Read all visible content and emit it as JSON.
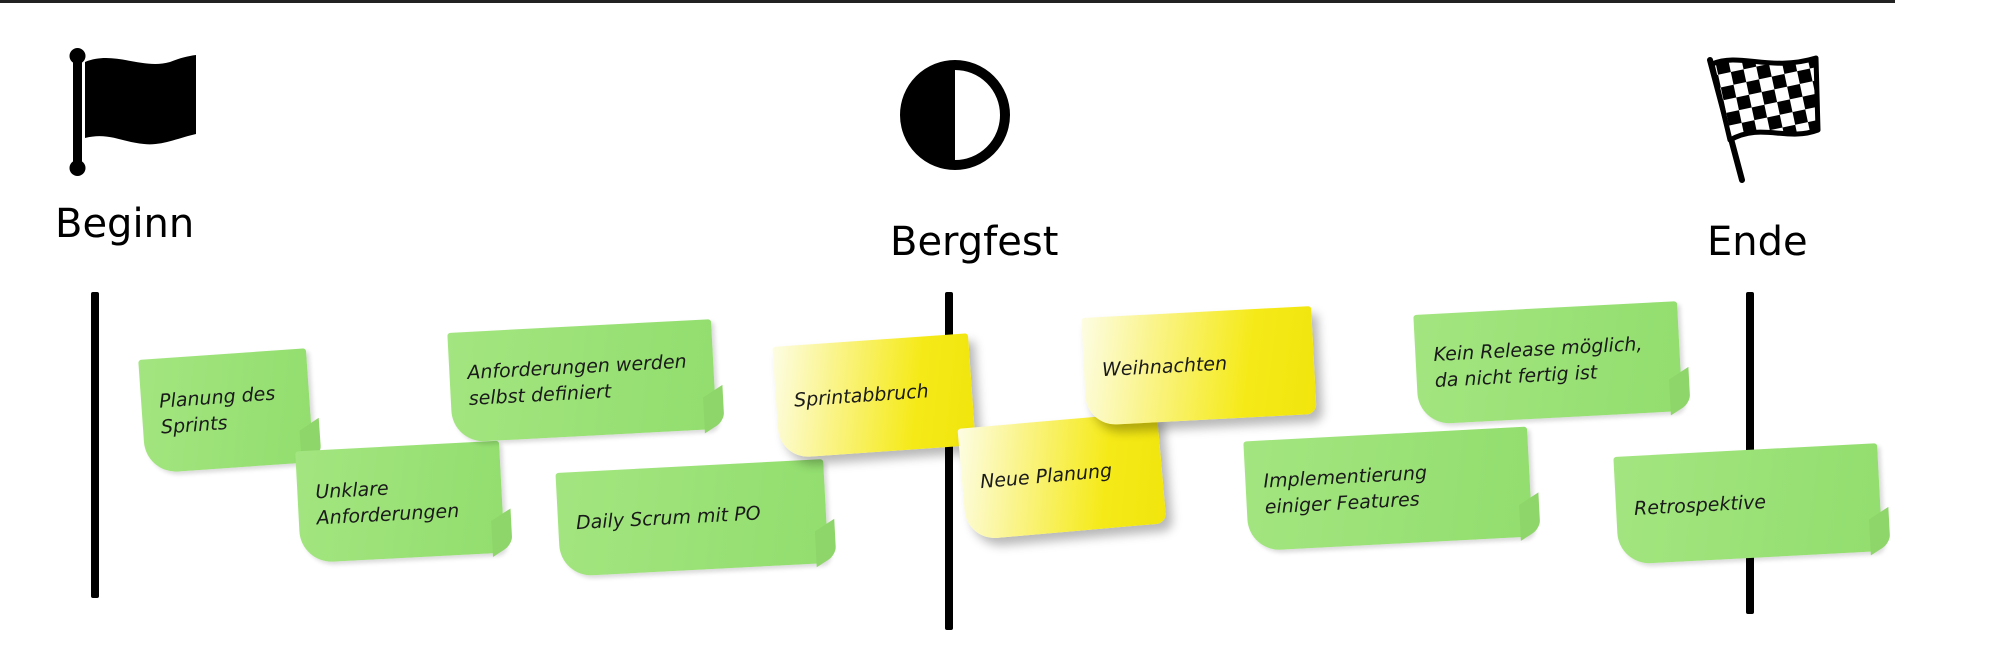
{
  "phases": {
    "start": {
      "label": "Beginn",
      "icon": "flag-icon"
    },
    "middle": {
      "label": "Bergfest",
      "icon": "half-circle-icon"
    },
    "end": {
      "label": "Ende",
      "icon": "checkered-flag-icon"
    }
  },
  "notes": [
    {
      "text": "Planung des Sprints",
      "color": "#95df72"
    },
    {
      "text": "Unklare Anforderungen",
      "color": "#95df72"
    },
    {
      "text": "Anforderungen werden selbst definiert",
      "color": "#95df72"
    },
    {
      "text": "Daily Scrum mit PO",
      "color": "#95df72"
    },
    {
      "text": "Sprintabbruch",
      "color": "#f3e812"
    },
    {
      "text": "Neue Planung",
      "color": "#f3e812"
    },
    {
      "text": "Weihnachten",
      "color": "#f3e812"
    },
    {
      "text": "Implementierung einiger Features",
      "color": "#95df72"
    },
    {
      "text": "Kein Release möglich, da nicht fertig ist",
      "color": "#95df72"
    },
    {
      "text": "Retrospektive",
      "color": "#95df72"
    }
  ]
}
